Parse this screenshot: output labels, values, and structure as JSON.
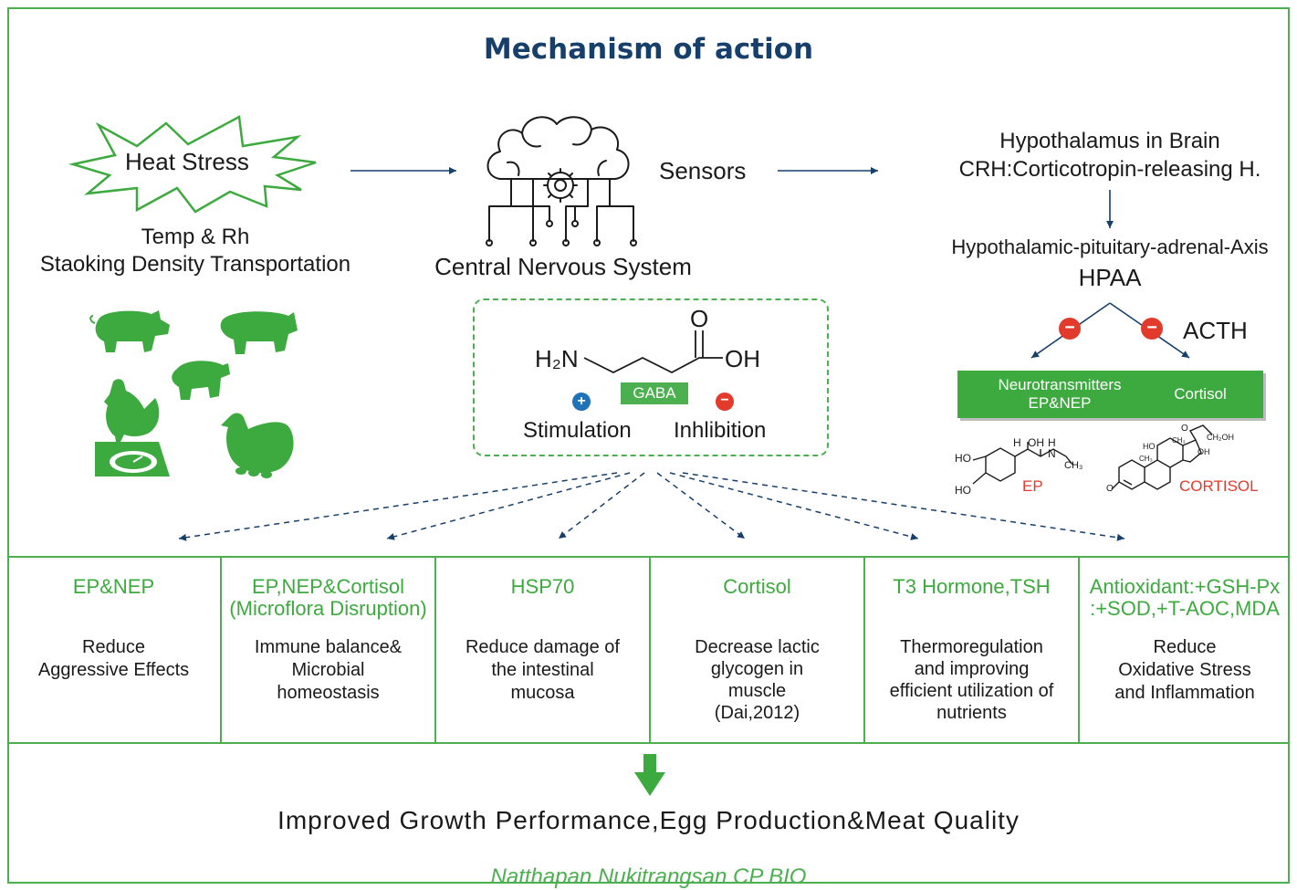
{
  "title": "Mechanism of action",
  "heat_stress": {
    "label": "Heat Stress",
    "line1": "Temp & Rh",
    "line2": "Staoking Density Transportation"
  },
  "cns": {
    "label": "Central Nervous System",
    "sensors": "Sensors"
  },
  "hypothalamus": {
    "line1": "Hypothalamus in Brain",
    "line2": "CRH:Corticotropin-releasing H.",
    "axis": "Hypothalamic-pituitary-adrenal-Axis",
    "hpaa": "HPAA",
    "acth": "ACTH",
    "bar_left_1": "Neurotransmitters",
    "bar_left_2": "EP&NEP",
    "bar_right": "Cortisol",
    "ep": "EP",
    "cortisol": "CORTISOL",
    "ep_labels": {
      "h": "H",
      "oh": "OH",
      "h2": "H",
      "n": "N",
      "ho1": "HO",
      "ho2": "HO",
      "ch3": "CH₃"
    },
    "cort_labels": {
      "o1": "O",
      "ch2oh": "CH₂OH",
      "ho": "HO",
      "oh": "OH",
      "ch3a": "CH₃",
      "ch3b": "CH₃",
      "o2": "O"
    }
  },
  "gaba": {
    "h2n": "H₂N",
    "oh": "OH",
    "o": "O",
    "badge": "GABA",
    "stimulation": "Stimulation",
    "inhibition": "Inhlibition",
    "plus": "+",
    "minus": "−"
  },
  "effects": [
    {
      "heading": [
        "EP&NEP"
      ],
      "body": [
        "Reduce",
        "Aggressive Effects"
      ]
    },
    {
      "heading": [
        "EP,NEP&Cortisol",
        "(Microflora Disruption)"
      ],
      "body": [
        "Immune balance&",
        "Microbial",
        "homeostasis"
      ]
    },
    {
      "heading": [
        "HSP70"
      ],
      "body": [
        "Reduce damage of",
        "the intestinal",
        "mucosa"
      ]
    },
    {
      "heading": [
        "Cortisol"
      ],
      "body": [
        "Decrease lactic",
        "glycogen in",
        "muscle",
        "(Dai,2012)"
      ]
    },
    {
      "heading": [
        "T3 Hormone,TSH"
      ],
      "body": [
        "Thermoregulation",
        "and improving",
        "efficient utilization of",
        "nutrients"
      ]
    },
    {
      "heading": [
        "Antioxidant:+GSH-Px",
        ":+SOD,+T-AOC,MDA"
      ],
      "body": [
        "Reduce",
        "Oxidative Stress",
        "and Inflammation"
      ]
    }
  ],
  "result": "Improved Growth Performance,Egg Production&Meat Quality",
  "credit": "Natthapan Nukitrangsan CP BIO",
  "colors": {
    "green": "#3daa3f",
    "navy": "#173f6b",
    "red": "#e23a2b",
    "blue": "#1f73b8"
  }
}
